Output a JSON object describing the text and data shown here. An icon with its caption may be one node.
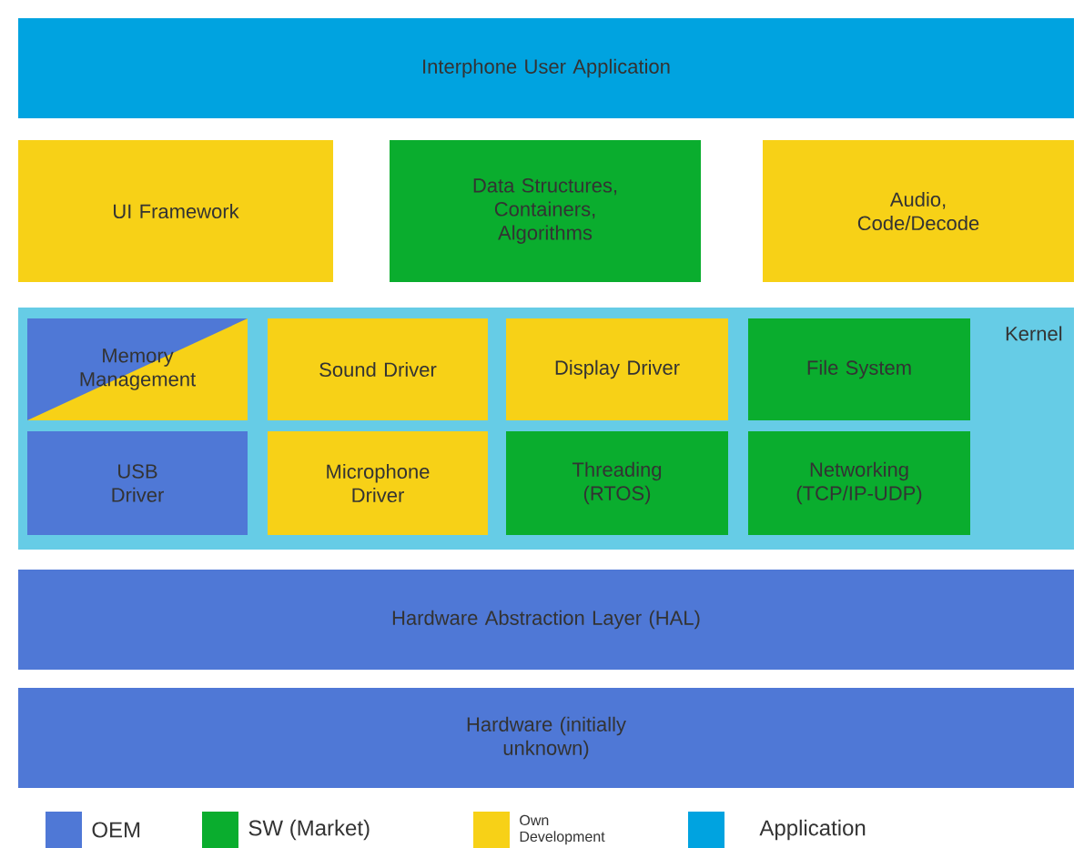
{
  "diagram": {
    "nodes": [
      {
        "text": [
          "Interphone User Application"
        ]
      },
      {
        "text": [
          "UI Framework"
        ]
      },
      {
        "text": [
          "Data Structures, Containers, Algorithms"
        ]
      },
      {
        "text": [
          "Audio, Code/Decode"
        ]
      },
      {
        "text": [
          "Kernel"
        ]
      },
      {
        "text": [
          "Memory Management"
        ],
        "in": 4
      },
      {
        "text": [
          "Sound Driver"
        ],
        "in": 4
      },
      {
        "text": [
          "Display Driver"
        ],
        "in": 4
      },
      {
        "text": [
          "File System"
        ],
        "in": 4
      },
      {
        "text": [
          "USB Driver"
        ],
        "in": 4
      },
      {
        "text": [
          "Microphone Driver"
        ],
        "in": 4
      },
      {
        "text": [
          "Threading (RTOS)"
        ],
        "in": 4
      },
      {
        "text": [
          "Networking (TCP/IP-UDP)"
        ],
        "in": 4
      },
      {
        "text": [
          "Hardware Abstraction Layer (HAL)"
        ]
      },
      {
        "text": [
          "Hardware (initially unknown)"
        ]
      }
    ],
    "legend": [
      {
        "text": "OEM",
        "color": "#4f78d6"
      },
      {
        "text": "SW  (Market)",
        "color": "#0aad2e"
      },
      {
        "text": "Own Development",
        "color": "#f7d117"
      },
      {
        "text": "Application",
        "color": "#00a3e0"
      }
    ]
  }
}
